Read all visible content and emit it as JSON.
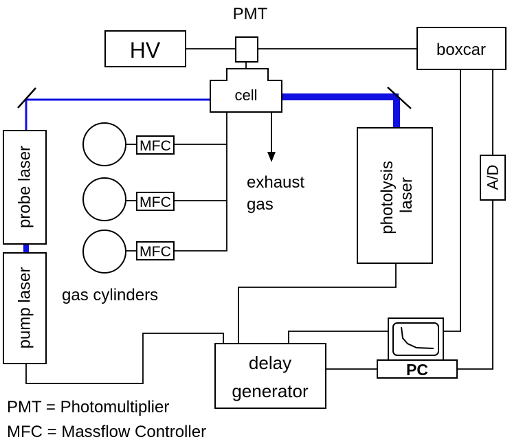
{
  "labels": {
    "pmt": "PMT",
    "hv": "HV",
    "boxcar": "boxcar",
    "cell": "cell",
    "exhaust_line1": "exhaust",
    "exhaust_line2": "gas",
    "probe_laser": "probe laser",
    "pump_laser": "pump laser",
    "photolysis_line1": "photolysis",
    "photolysis_line2": "laser",
    "ad": "A/D",
    "mfc1": "MFC",
    "mfc2": "MFC",
    "mfc3": "MFC",
    "gas_cylinders": "gas cylinders",
    "delay_line1": "delay",
    "delay_line2": "generator",
    "pc": "PC"
  },
  "legend": {
    "pmt": "PMT = Photomultiplier",
    "mfc": "MFC = Massflow Controller"
  },
  "colors": {
    "beam": "#1010e0",
    "line": "#000000"
  }
}
